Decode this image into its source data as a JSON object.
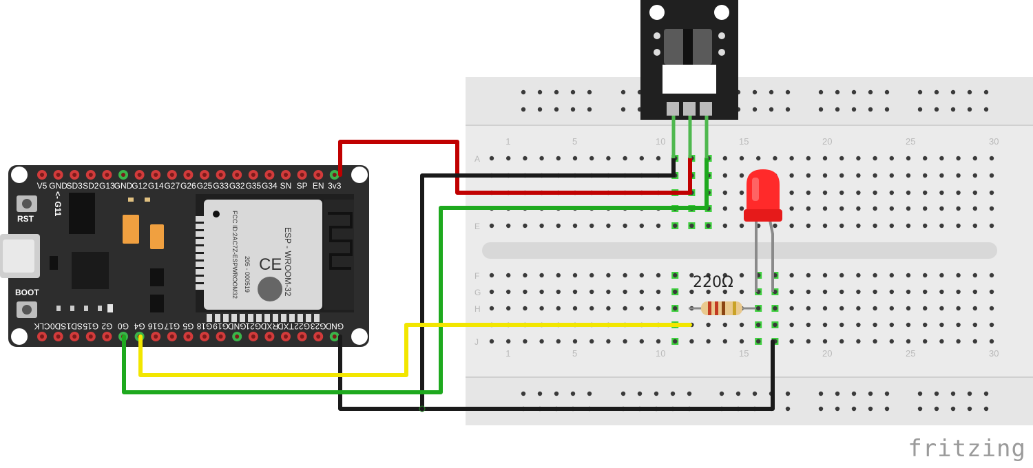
{
  "esp32": {
    "top_pins": [
      "V5",
      "GND",
      "SD3",
      "SD2",
      "G13",
      "GND",
      "G12",
      "G14",
      "G27",
      "G26",
      "G25",
      "G33",
      "G32",
      "G35",
      "G34",
      "SN",
      "SP",
      "EN",
      "3v3"
    ],
    "bottom_pins": [
      "CLK",
      "SD0",
      "SD1",
      "G15",
      "G2",
      "G0",
      "G4",
      "G16",
      "G17",
      "G5",
      "G18",
      "G19",
      "GND",
      "G21",
      "RXD",
      "TXD",
      "G22",
      "G23",
      "GND"
    ],
    "rst_label": "RST",
    "boot_label": "BOOT",
    "module_text_1": "ESP - WROOM-32",
    "module_text_2": "FCC ID:2AC7Z-ESPWROOM32",
    "module_text_3": "205 - 000519",
    "g11_label": "<- G11"
  },
  "breadboard": {
    "column_numbers": [
      "1",
      "5",
      "10",
      "15",
      "20",
      "25",
      "30"
    ],
    "top_row_letters": [
      "A",
      "B",
      "C",
      "D",
      "E"
    ],
    "bottom_row_letters": [
      "F",
      "G",
      "H",
      "I",
      "J"
    ]
  },
  "resistor": {
    "value": "220Ω"
  },
  "brand": "fritzing",
  "colors": {
    "wire_red": "#c00000",
    "wire_black": "#1a1a1a",
    "wire_green": "#1ea91e",
    "wire_yellow": "#f2e600",
    "led_red": "#ff2a2a",
    "board": "#2d2d2d",
    "breadboard": "#ececec"
  }
}
